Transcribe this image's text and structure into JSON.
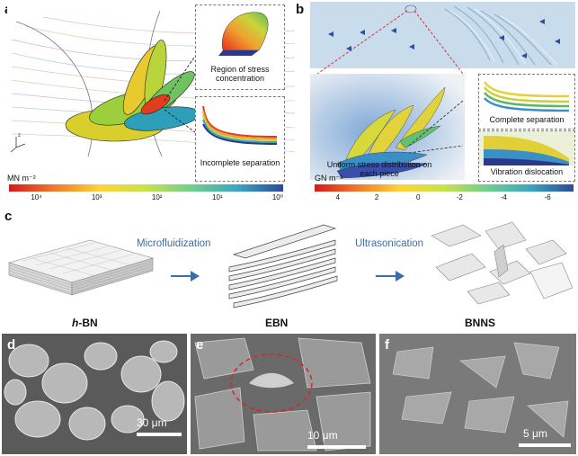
{
  "panels": {
    "a": {
      "label": "a",
      "callout_top": "Region of stress concentration",
      "callout_bottom": "Incomplete separation",
      "unit": "MN m⁻²",
      "ticks": [
        "10⁴",
        "10³",
        "10²",
        "10¹",
        "10⁰"
      ]
    },
    "b": {
      "label": "b",
      "center_text": "Uniform stress distribution on each piece",
      "callout_top": "Complete separation",
      "callout_bottom": "Vibration dislocation",
      "unit": "GN m⁻²",
      "ticks": [
        "4",
        "2",
        "0",
        "-2",
        "-4",
        "-6"
      ]
    },
    "c": {
      "label": "c",
      "step1": "Microfluidization",
      "step2": "Ultrasonication",
      "material1": "h-BN",
      "material1_italic": "h",
      "material1_rest": "-BN",
      "material2": "EBN",
      "material3": "BNNS"
    },
    "d": {
      "label": "d",
      "scale": "30 μm"
    },
    "e": {
      "label": "e",
      "scale": "10 μm"
    },
    "f": {
      "label": "f",
      "scale": "5 μm"
    }
  },
  "colors": {
    "stepText": "#3b6ea8",
    "arrow": "#3b6ea8",
    "dashedCircle": "#d9232a"
  }
}
